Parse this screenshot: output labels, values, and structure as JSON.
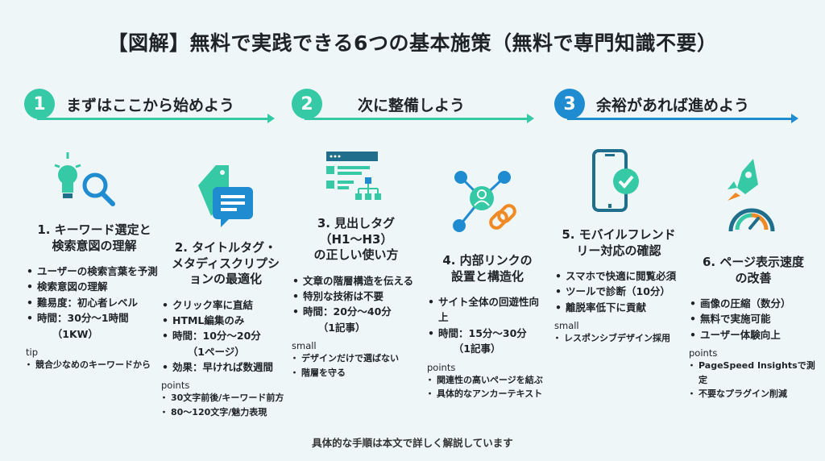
{
  "title": "【図解】無料で実践できる6つの基本施策（無料で専門知識不要）",
  "colors": {
    "teal": "#35c9a5",
    "blue": "#1f8bd0",
    "orange": "#f08a24",
    "dark": "#1f6e8c"
  },
  "phases": [
    {
      "num": "1",
      "label": "まずはここから始めよう"
    },
    {
      "num": "2",
      "label": "次に整備しよう"
    },
    {
      "num": "3",
      "label": "余裕があれば進めよう"
    }
  ],
  "items": [
    {
      "title": "1. キーワード選定と\n検索意図の理解",
      "icon": "lightbulb-search-icon",
      "bullets": [
        "ユーザーの検索言葉を予測",
        "検索意図の理解",
        "難易度：初心者レベル",
        "時間：30分〜1時間\n　　（1KW）"
      ],
      "section": "tip",
      "subs": [
        "競合少なめのキーワードから"
      ]
    },
    {
      "title": "2. タイトルタグ・\nメタディスクリプシ\nョンの最適化",
      "icon": "tag-chat-icon",
      "bullets": [
        "クリック率に直結",
        "HTML編集のみ",
        "時間：10分〜20分\n　　（1ページ）",
        "効果：早ければ数週間"
      ],
      "section": "points",
      "subs": [
        "30文字前後/キーワード前方",
        "80〜120文字/魅力表現"
      ]
    },
    {
      "title": "3. 見出しタグ\n（H1〜H3）\nの正しい使い方",
      "icon": "heading-hierarchy-icon",
      "bullets": [
        "文章の階層構造を伝える",
        "特別な技術は不要",
        "時間：20分〜40分\n　　（1記事）"
      ],
      "section": "small",
      "subs": [
        "デザインだけで選ばない",
        "階層を守る"
      ]
    },
    {
      "title": "4. 内部リンクの\n設置と構造化",
      "icon": "network-link-icon",
      "bullets": [
        "サイト全体の回遊性向\n上",
        "時間：15分〜30分\n　　（1記事）"
      ],
      "section": "points",
      "subs": [
        "関連性の高いページを結ぶ",
        "具体的なアンカーテキスト"
      ]
    },
    {
      "title": "5. モバイルフレンド\nリー対応の確認",
      "icon": "smartphone-check-icon",
      "bullets": [
        "スマホで快適に閲覧必須",
        "ツールで診断（10分）",
        "離脱率低下に貢献"
      ],
      "section": "small",
      "subs": [
        "レスポンシブデザイン採用"
      ]
    },
    {
      "title": "6. ページ表示速度\nの改善",
      "icon": "rocket-speedometer-icon",
      "bullets": [
        "画像の圧縮（数分）",
        "無料で実施可能",
        "ユーザー体験向上"
      ],
      "section": "points",
      "subs": [
        "PageSpeed Insightsで測定",
        "不要なプラグイン削減"
      ]
    }
  ],
  "footer": "具体的な手順は本文で詳しく解説しています"
}
